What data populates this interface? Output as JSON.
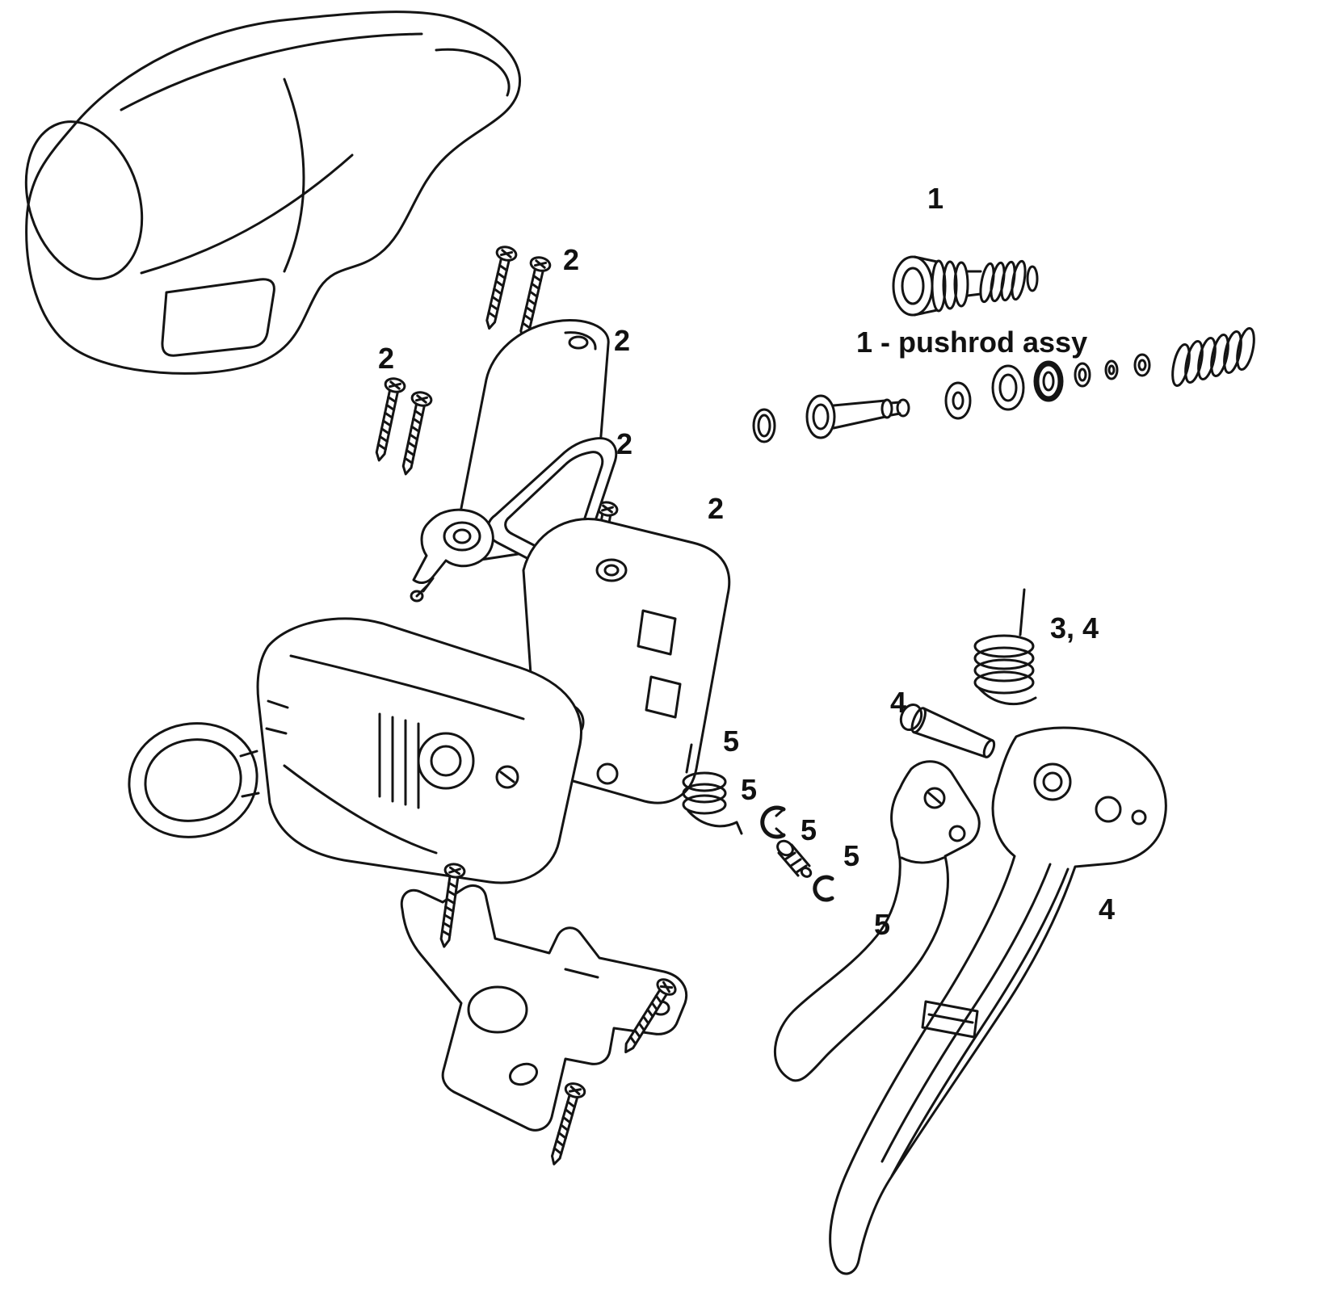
{
  "colors": {
    "background": "#ffffff",
    "line": "#141414",
    "label": "#111111"
  },
  "diagram": {
    "description_visible_text_only": true,
    "callouts": [
      {
        "id": "callout-1",
        "text": "1"
      },
      {
        "id": "callout-1-caption",
        "text": "1 - pushrod assy"
      },
      {
        "id": "callout-2-a",
        "text": "2"
      },
      {
        "id": "callout-2-b",
        "text": "2"
      },
      {
        "id": "callout-2-c",
        "text": "2"
      },
      {
        "id": "callout-2-d",
        "text": "2"
      },
      {
        "id": "callout-2-e",
        "text": "2"
      },
      {
        "id": "callout-3-4",
        "text": "3, 4"
      },
      {
        "id": "callout-4-a",
        "text": "4"
      },
      {
        "id": "callout-4-b",
        "text": "4"
      },
      {
        "id": "callout-5-a",
        "text": "5"
      },
      {
        "id": "callout-5-b",
        "text": "5"
      },
      {
        "id": "callout-5-c",
        "text": "5"
      },
      {
        "id": "callout-5-d",
        "text": "5"
      },
      {
        "id": "callout-5-e",
        "text": "5"
      }
    ]
  }
}
